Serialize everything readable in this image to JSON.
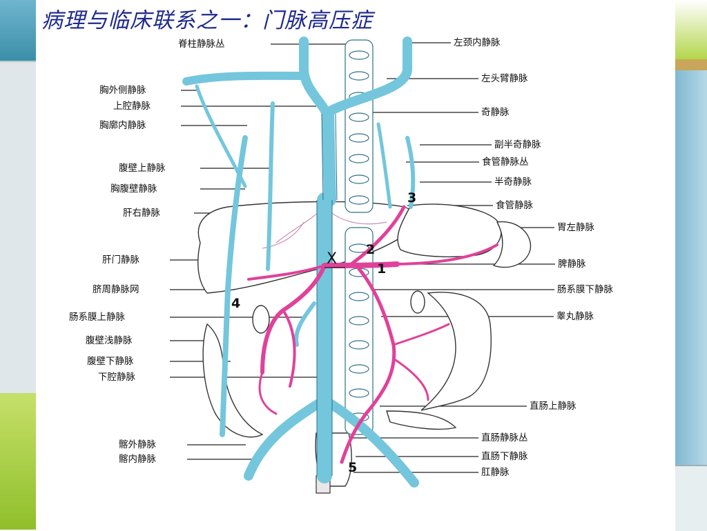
{
  "title": "病理与临床联系之一：门脉高压症",
  "labels_left": [
    "脊柱静脉丛",
    "胸外侧静脉",
    "上腔静脉",
    "胸廓内静脉",
    "腹壁上静脉",
    "胸腹壁静脉",
    "肝右静脉",
    "肝门静脉",
    "脐周静脉网",
    "肠系膜上静脉",
    "腹壁浅静脉",
    "腹壁下静脉",
    "下腔静脉",
    "髂外静脉",
    "髂内静脉"
  ],
  "labels_right": [
    "左颈内静脉",
    "左头臂静脉",
    "奇静脉",
    "副半奇静脉",
    "食管静脉丛",
    "半奇静脉",
    "食管静脉",
    "胃左静脉",
    "脾静脉",
    "肠系膜下静脉",
    "睾丸静脉",
    "直肠上静脉",
    "直肠静脉丛",
    "直肠下静脉",
    "肛静脉"
  ],
  "markers": [
    "1",
    "2",
    "3",
    "4",
    "5",
    "X"
  ],
  "colors": {
    "vein_blue": "#74c6dc",
    "vein_outline": "#2c6f86",
    "portal_magenta": "#e0419a",
    "side_teal": "#3b8fa8",
    "side_lime": "#a9cf3b",
    "title_blue": "#1e2a8c"
  }
}
